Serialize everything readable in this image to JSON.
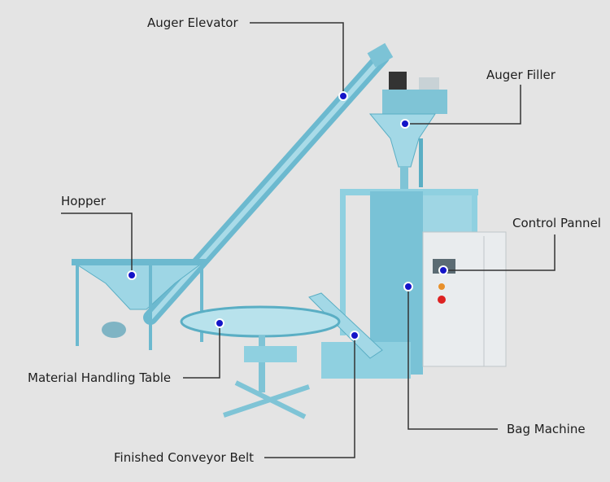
{
  "labels": {
    "auger_elevator": "Auger Elevator",
    "auger_filler": "Auger Filler",
    "hopper": "Hopper",
    "control_panel": "Control Pannel",
    "material_handling_table": "Material Handling Table",
    "bag_machine": "Bag Machine",
    "finished_conveyor_belt": "Finished Conveyor Belt"
  },
  "colors": {
    "background": "#e4e4e4",
    "machine": "#8fd0e0",
    "machine_dark": "#4aa6bf",
    "leader_line": "#333333",
    "marker": "#1414c8"
  }
}
